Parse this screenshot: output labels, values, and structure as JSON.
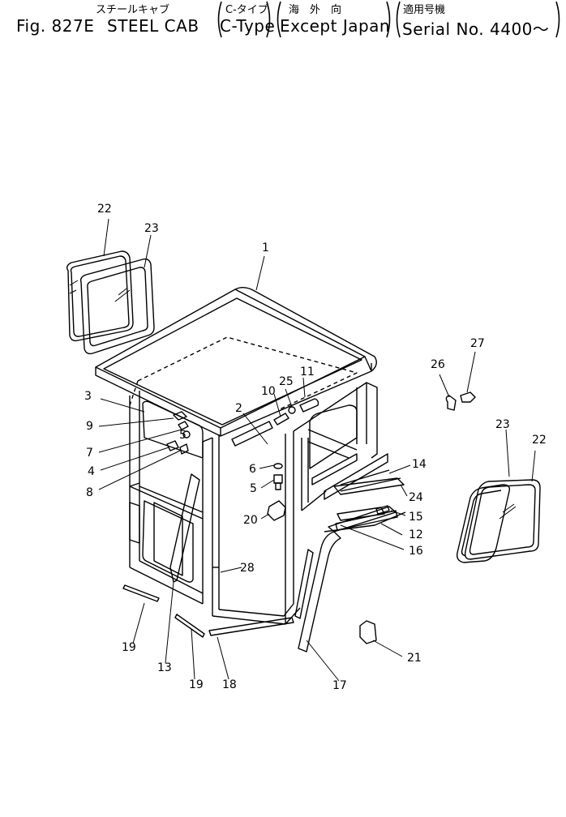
{
  "header": {
    "fig": "Fig. 827E",
    "title_jp": "スチールキャブ",
    "title_en": "STEEL CAB",
    "type_jp": "C-タイプ",
    "type_en": "C-Type",
    "market_jp": "海　外　向",
    "market_en": "Except Japan",
    "serial_jp": "適用号機",
    "serial_en": "Serial No. 4400～"
  },
  "callouts": {
    "c1": "1",
    "c2": "2",
    "c3": "3",
    "c4": "4",
    "c5a": "5",
    "c5b": "5",
    "c6": "6",
    "c7": "7",
    "c8": "8",
    "c9": "9",
    "c10": "10",
    "c11": "11",
    "c12": "12",
    "c13": "13",
    "c14": "14",
    "c15": "15",
    "c16": "16",
    "c17": "17",
    "c18": "18",
    "c19a": "19",
    "c19b": "19",
    "c20": "20",
    "c21": "21",
    "c22a": "22",
    "c22b": "22",
    "c23a": "23",
    "c23b": "23",
    "c24": "24",
    "c25": "25",
    "c26": "26",
    "c27": "27",
    "c28": "28"
  }
}
